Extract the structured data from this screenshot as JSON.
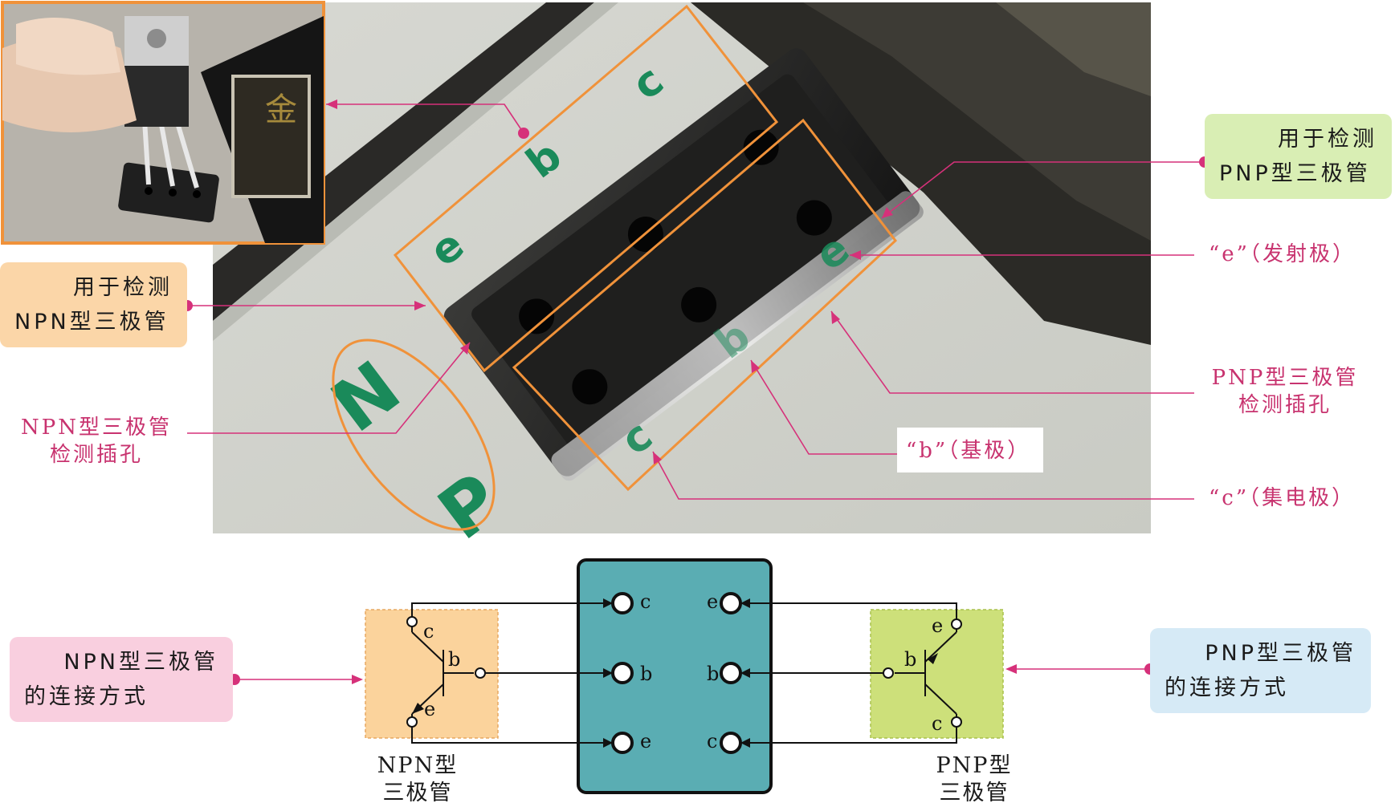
{
  "photo": {
    "socket_letters": {
      "npn": [
        "c",
        "b",
        "e"
      ],
      "pnp": [
        "e",
        "b",
        "c"
      ],
      "big_n": "N",
      "big_p": "P"
    },
    "inset_text": "金"
  },
  "callouts": {
    "pnp_detect": {
      "line1": "用于检测",
      "line2": "PNP型三极管",
      "bg": "#d9eeb4"
    },
    "npn_detect": {
      "line1": "用于检测",
      "line2": "NPN型三极管",
      "bg": "#fbd6a8"
    },
    "npn_conn": {
      "line1": "NPN型三极管",
      "line2": "的连接方式",
      "bg": "#f9cfdf"
    },
    "pnp_conn": {
      "line1": "PNP型三极管",
      "line2": "的连接方式",
      "bg": "#d6eaf6"
    }
  },
  "labels": {
    "emitter": "“e”（发射极）",
    "base": "“b”（基极）",
    "collector": "“c”（集电极）",
    "pnp_socket_line1": "PNP型三极管",
    "pnp_socket_line2": "检测插孔",
    "npn_socket_line1": "NPN型三极管",
    "npn_socket_line2": "检测插孔"
  },
  "schematic": {
    "npn_caption_line1": "NPN型",
    "npn_caption_line2": "三极管",
    "pnp_caption_line1": "PNP型",
    "pnp_caption_line2": "三极管",
    "npn_pins": [
      "c",
      "b",
      "e"
    ],
    "pnp_pins": [
      "e",
      "b",
      "c"
    ],
    "socket_left_pins": [
      "c",
      "b",
      "e"
    ],
    "socket_right_pins": [
      "e",
      "b",
      "c"
    ]
  },
  "colors": {
    "accent_magenta": "#d6317a",
    "orange_outline": "#f0923a",
    "socket_teal": "#5aadb3",
    "npn_fill": "#fbd39c",
    "pnp_fill": "#cde07a",
    "letter_green": "#1a8a5a"
  }
}
